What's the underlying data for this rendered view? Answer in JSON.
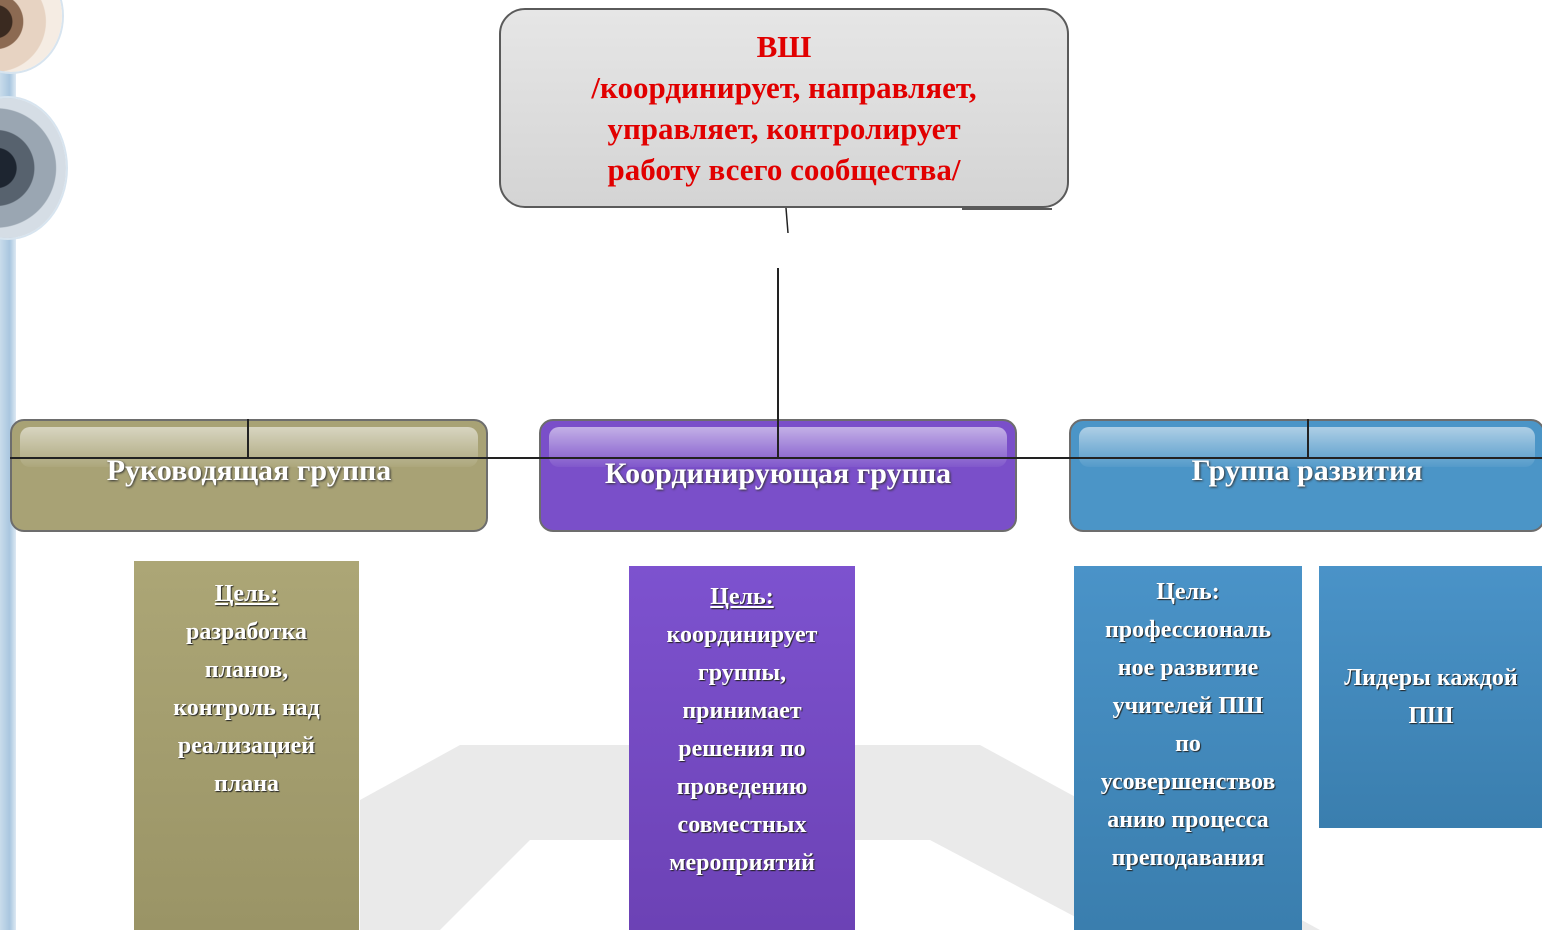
{
  "top_node": {
    "lines": [
      "ВШ",
      "/координирует, направляет,",
      "управляет, контролирует",
      "работу всего сообщества/"
    ]
  },
  "groups": [
    {
      "label": "Руководящая группа"
    },
    {
      "label": "Координирующая группа"
    },
    {
      "label": "Группа развития"
    }
  ],
  "cards": {
    "leadership": {
      "heading": "Цель:",
      "lines": [
        "разработка",
        "планов,",
        "контроль над",
        "реализацией",
        "плана"
      ]
    },
    "coordination": {
      "heading": "Цель:",
      "lines": [
        "координирует",
        "группы,",
        "принимает",
        "решения по",
        "проведению",
        "совместных",
        "мероприятий"
      ]
    },
    "development": {
      "heading": "Цель:",
      "lines": [
        "профессиональ",
        "ное развитие",
        "учителей ПШ",
        "по",
        "усовершенствов",
        "анию процесса",
        "преподавания"
      ]
    },
    "leaders": {
      "text": "Лидеры каждой ПШ"
    }
  },
  "colors": {
    "top_text": "#e10000",
    "leadership": "#a8a275",
    "coordination": "#7a4fc9",
    "development": "#4b95c7"
  }
}
